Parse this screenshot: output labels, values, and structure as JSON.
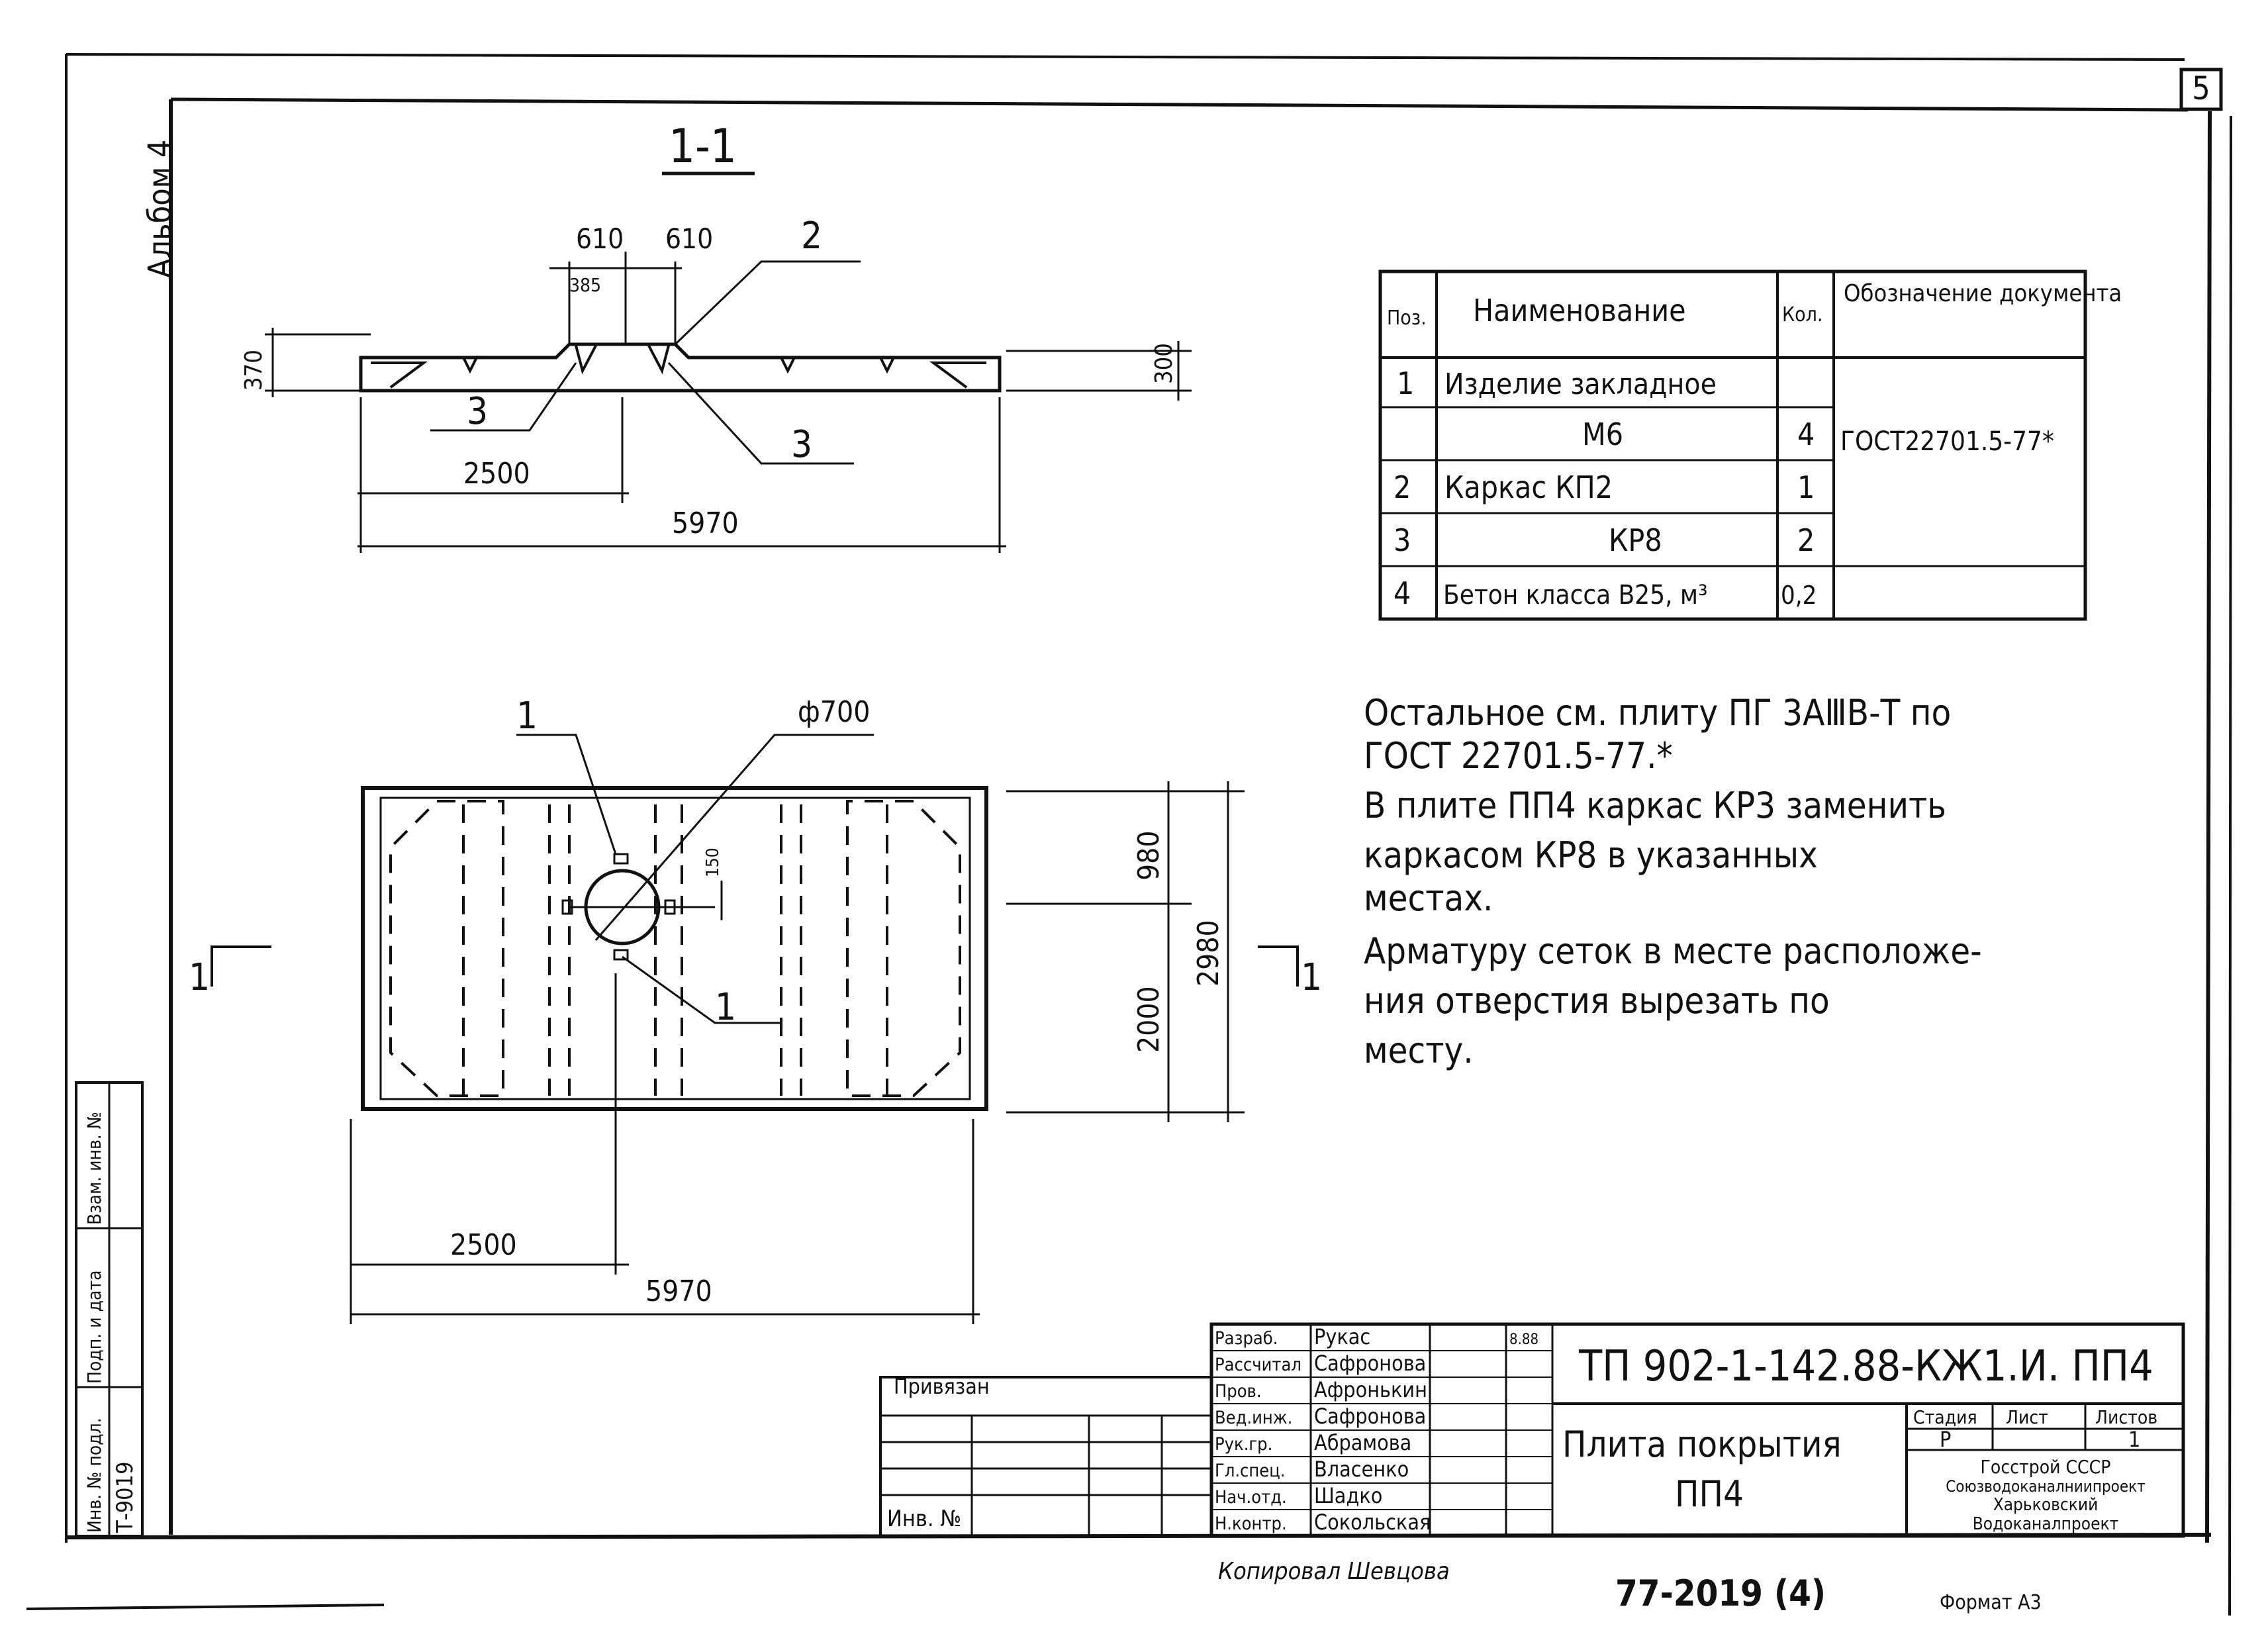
{
  "page": {
    "sheet_number": "5",
    "album": "Альбом 4"
  },
  "section": {
    "label": "1-1",
    "dims": {
      "top_left": "610",
      "top_right": "610",
      "small": "385",
      "left_height": "370",
      "right_height": "300",
      "span": "2500",
      "total": "5970"
    },
    "callouts": {
      "p2": "2",
      "p3a": "3",
      "p3b": "3"
    }
  },
  "plan": {
    "hole": "ф700",
    "dims": {
      "small": "150",
      "d980": "980",
      "d2000": "2000",
      "d2980": "2980",
      "span": "2500",
      "total": "5970"
    },
    "callouts": {
      "p1a": "1",
      "p1b": "1"
    },
    "cut_left": "1",
    "cut_right": "1"
  },
  "spec": {
    "headers": [
      "Поз.",
      "Наименование",
      "Кол.",
      "Обозначение документа"
    ],
    "rows": [
      {
        "pos": "1",
        "name": "Изделие закладное",
        "qty": ""
      },
      {
        "pos": "",
        "name": "М6",
        "qty": "4"
      },
      {
        "pos": "2",
        "name": "Каркас КП2",
        "qty": "1"
      },
      {
        "pos": "3",
        "name": "КР8",
        "qty": "2"
      },
      {
        "pos": "4",
        "name": "Бетон класса В25, м³",
        "qty": "0,2"
      }
    ],
    "doc": "ГОСТ22701.5-77*"
  },
  "notes": [
    "Остальное см. плиту ПГ 3АⅢВ-Т по",
    "ГОСТ 22701.5-77.*",
    "В плите ПП4 каркас КР3 заменить",
    "каркасом КР8 в указанных",
    "местах.",
    "Арматуру сеток в месте расположе-",
    "ния отверстия вырезать по",
    "месту."
  ],
  "side_stamp": {
    "labels": [
      "Инв. № подл.",
      "Подп. и дата",
      "Взам. инв. №"
    ],
    "inv_value": "Т-9019"
  },
  "title_block": {
    "code": "ТП 902-1-142.88-КЖ1.И. ПП4",
    "name_line1": "Плита покрытия",
    "name_line2": "ПП4",
    "bound": "Привязан",
    "inv": "Инв. №",
    "stage_headers": [
      "Стадия",
      "Лист",
      "Листов"
    ],
    "stage_values": [
      "Р",
      "",
      "1"
    ],
    "org": [
      "Госстрой СССР",
      "Союзводоканалниипроект",
      "Харьковский",
      "Водоканалпроект"
    ],
    "roles": [
      {
        "role": "Разраб.",
        "name": "Рукас",
        "date": "8.88"
      },
      {
        "role": "Рассчитал",
        "name": "Сафронова",
        "date": ""
      },
      {
        "role": "Пров.",
        "name": "Афронькин",
        "date": ""
      },
      {
        "role": "Вед.инж.",
        "name": "Сафронова",
        "date": ""
      },
      {
        "role": "Рук.гр.",
        "name": "Абрамова",
        "date": ""
      },
      {
        "role": "Гл.спец.",
        "name": "Власенко",
        "date": ""
      },
      {
        "role": "Нач.отд.",
        "name": "Шадко",
        "date": ""
      },
      {
        "role": "Н.контр.",
        "name": "Сокольская",
        "date": ""
      }
    ]
  },
  "footer": {
    "copied": "Копировал Шевцова",
    "number": "77-2019 (4)",
    "format": "Формат А3"
  }
}
